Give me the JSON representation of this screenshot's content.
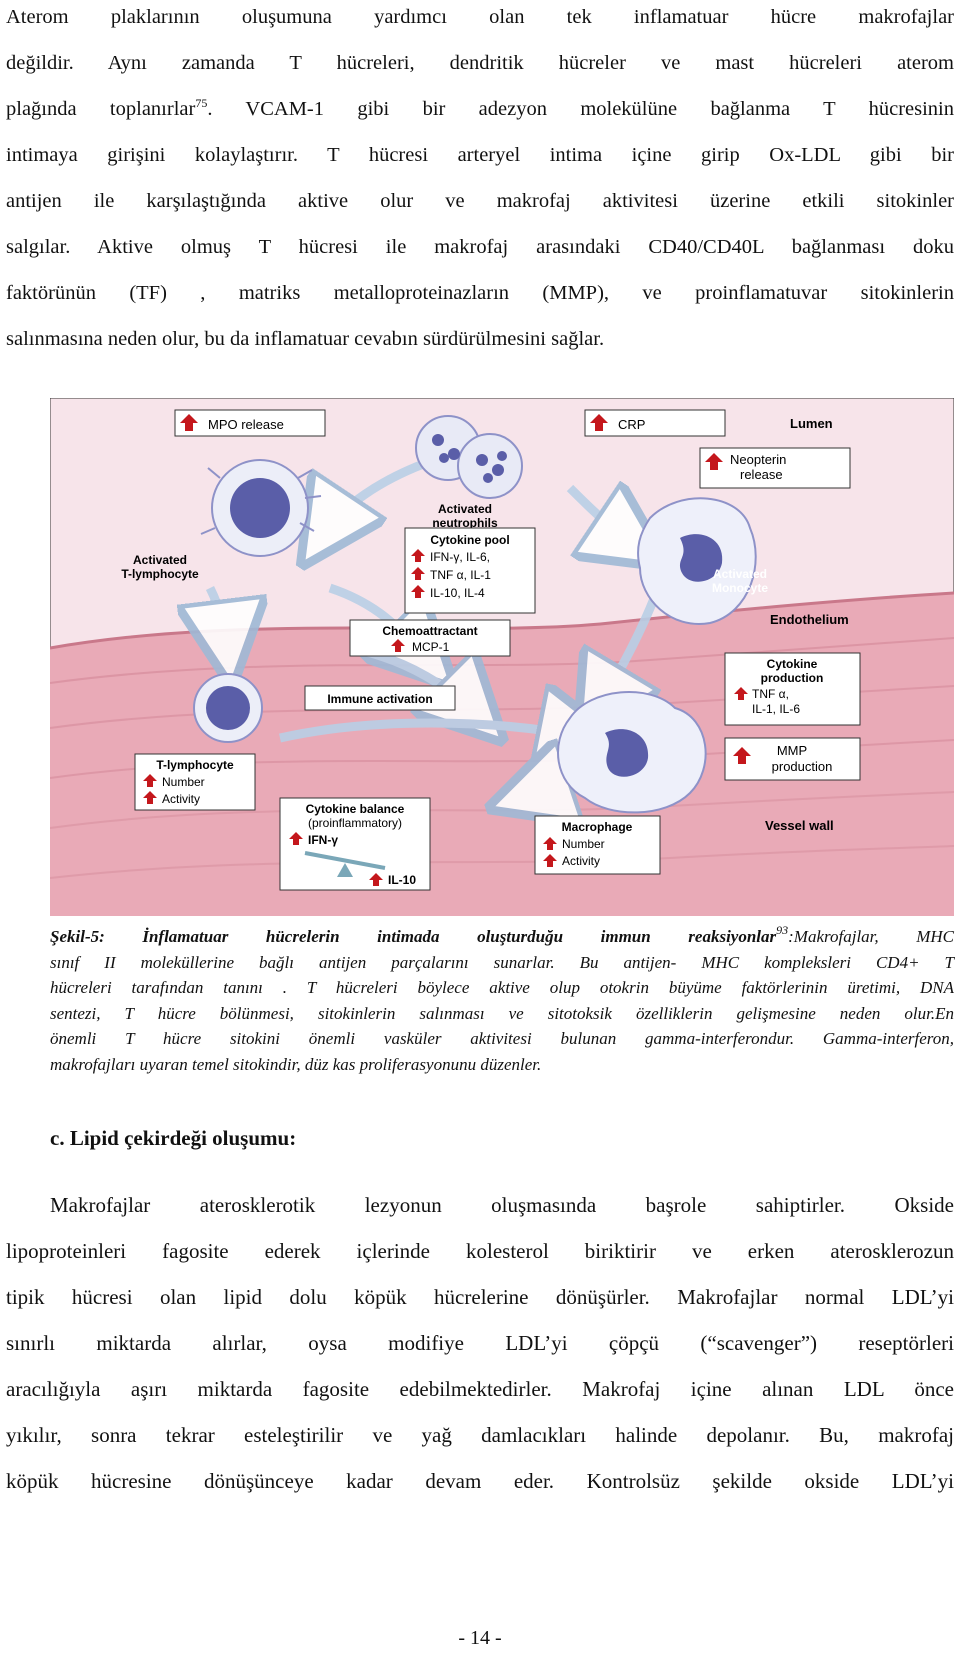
{
  "paragraph1": {
    "lines": [
      "Aterom plaklarının oluşumuna yardımcı olan tek inflamatuar hücre makrofajlar",
      "değildir. Aynı zamanda T hücreleri, dendritik hücreler ve mast hücreleri aterom",
      "plağında toplanırlar",
      ". VCAM-1 gibi bir adezyon molekülüne bağlanma T hücresinin",
      "intimaya girişini kolaylaştırır. T hücresi arteryel intima içine girip Ox-LDL gibi bir",
      "antijen ile karşılaştığında aktive olur ve makrofaj aktivitesi üzerine etkili sitokinler",
      "salgılar. Aktive olmuş T hücresi ile makrofaj arasındaki CD40/CD40L bağlanması doku",
      "faktörünün (TF) , matriks metalloproteinazların (MMP), ve proinflamatuvar sitokinlerin",
      "salınmasına neden olur, bu da inflamatuar cevabın sürdürülmesini sağlar."
    ],
    "ref": "75"
  },
  "figure": {
    "labels": {
      "mpo": "MPO release",
      "crp": "CRP",
      "lumen": "Lumen",
      "neopterin1": "Neopterin",
      "neopterin2": "release",
      "neutro1": "Activated",
      "neutro2": "neutrophils",
      "tact1": "Activated",
      "tact2": "T-lymphocyte",
      "pool": "Cytokine pool",
      "pool1": "IFN-γ, IL-6,",
      "pool2": "TNF α, IL-1",
      "pool3": "IL-10, IL-4",
      "mono1": "Activated",
      "mono2": "Monocyte",
      "chemo1": "Chemoattractant",
      "chemo2": "MCP-1",
      "endo": "Endothelium",
      "cprod1": "Cytokine",
      "cprod2": "production",
      "cprod3": "TNF α,",
      "cprod4": "IL-1, IL-6",
      "immune": "Immune activation",
      "mmp1": "MMP",
      "mmp2": "production",
      "tl": "T-lymphocyte",
      "tl1": "Number",
      "tl2": "Activity",
      "cb1": "Cytokine balance",
      "cb2": "(proinflammatory)",
      "cb3": "IFN-γ",
      "cb4": "IL-10",
      "mac": "Macrophage",
      "mac1": "Number",
      "mac2": "Activity",
      "vessel": "Vessel wall"
    },
    "colors": {
      "lumen_bg": "#f7e4ea",
      "wall": "#e7a7b3",
      "arrow_red": "#c4171c",
      "cell_blue": "#5a5ea8"
    }
  },
  "caption": {
    "bold": "Şekil-5: İnflamatuar hücrelerin intimada oluşturduğu immun reaksiyonlar",
    "ref": "93",
    "line1": ":Makrofajlar, MHC",
    "lines": [
      "sınıf II moleküllerine bağlı antijen parçalarını sunarlar. Bu antijen- MHC kompleksleri CD4+ T",
      "hücreleri tarafından tanını . T hücreleri böylece aktive olup otokrin büyüme faktörlerinin üretimi, DNA",
      "sentezi, T hücre bölünmesi, sitokinlerin salınması ve sitotoksik özelliklerin gelişmesine neden olur.En",
      "önemli T hücre sitokini önemli vasküler aktivitesi bulunan gamma-interferondur. Gamma-interferon,",
      "makrofajları uyaran temel sitokindir, düz kas proliferasyonunu düzenler."
    ]
  },
  "heading": "c.   Lipid çekirdeği oluşumu:",
  "paragraph2": {
    "lines": [
      "Makrofajlar aterosklerotik lezyonun oluşmasında başrole sahiptirler. Okside",
      "lipoproteinleri fagosite ederek içlerinde kolesterol biriktirir ve erken aterosklerozun",
      "tipik hücresi olan lipid dolu köpük hücrelerine dönüşürler. Makrofajlar normal LDL’yi",
      "sınırlı miktarda alırlar, oysa modifiye LDL’yi çöpçü (“scavenger”) reseptörleri",
      "aracılığıyla aşırı miktarda fagosite edebilmektedirler. Makrofaj içine alınan LDL önce",
      "yıkılır, sonra tekrar esteleştirilir ve yağ damlacıkları halinde depolanır. Bu, makrofaj",
      "köpük hücresine dönüşünceye kadar devam eder. Kontrolsüz şekilde okside LDL’yi"
    ]
  },
  "page_number": "- 14 -"
}
